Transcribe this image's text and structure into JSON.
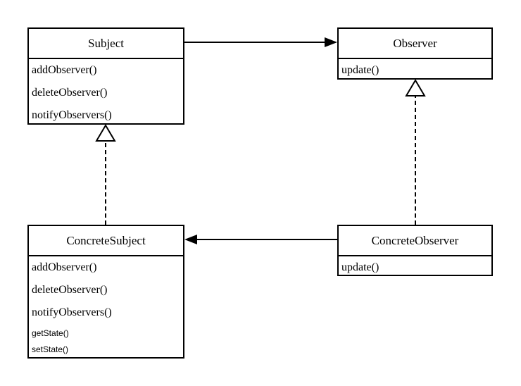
{
  "diagram": {
    "subject": {
      "name": "Subject",
      "methods": [
        "addObserver()",
        "deleteObserver()",
        "notifyObservers()"
      ]
    },
    "observer": {
      "name": "Observer",
      "methods": [
        "update()"
      ]
    },
    "concrete_subject": {
      "name": "ConcreteSubject",
      "methods": [
        "addObserver()",
        "deleteObserver()",
        "notifyObservers()"
      ],
      "state_methods": [
        "getState()",
        "setState()"
      ]
    },
    "concrete_observer": {
      "name": "ConcreteObserver",
      "methods": [
        "update()"
      ]
    }
  },
  "colors": {
    "line": "#000000",
    "background": "#ffffff"
  }
}
